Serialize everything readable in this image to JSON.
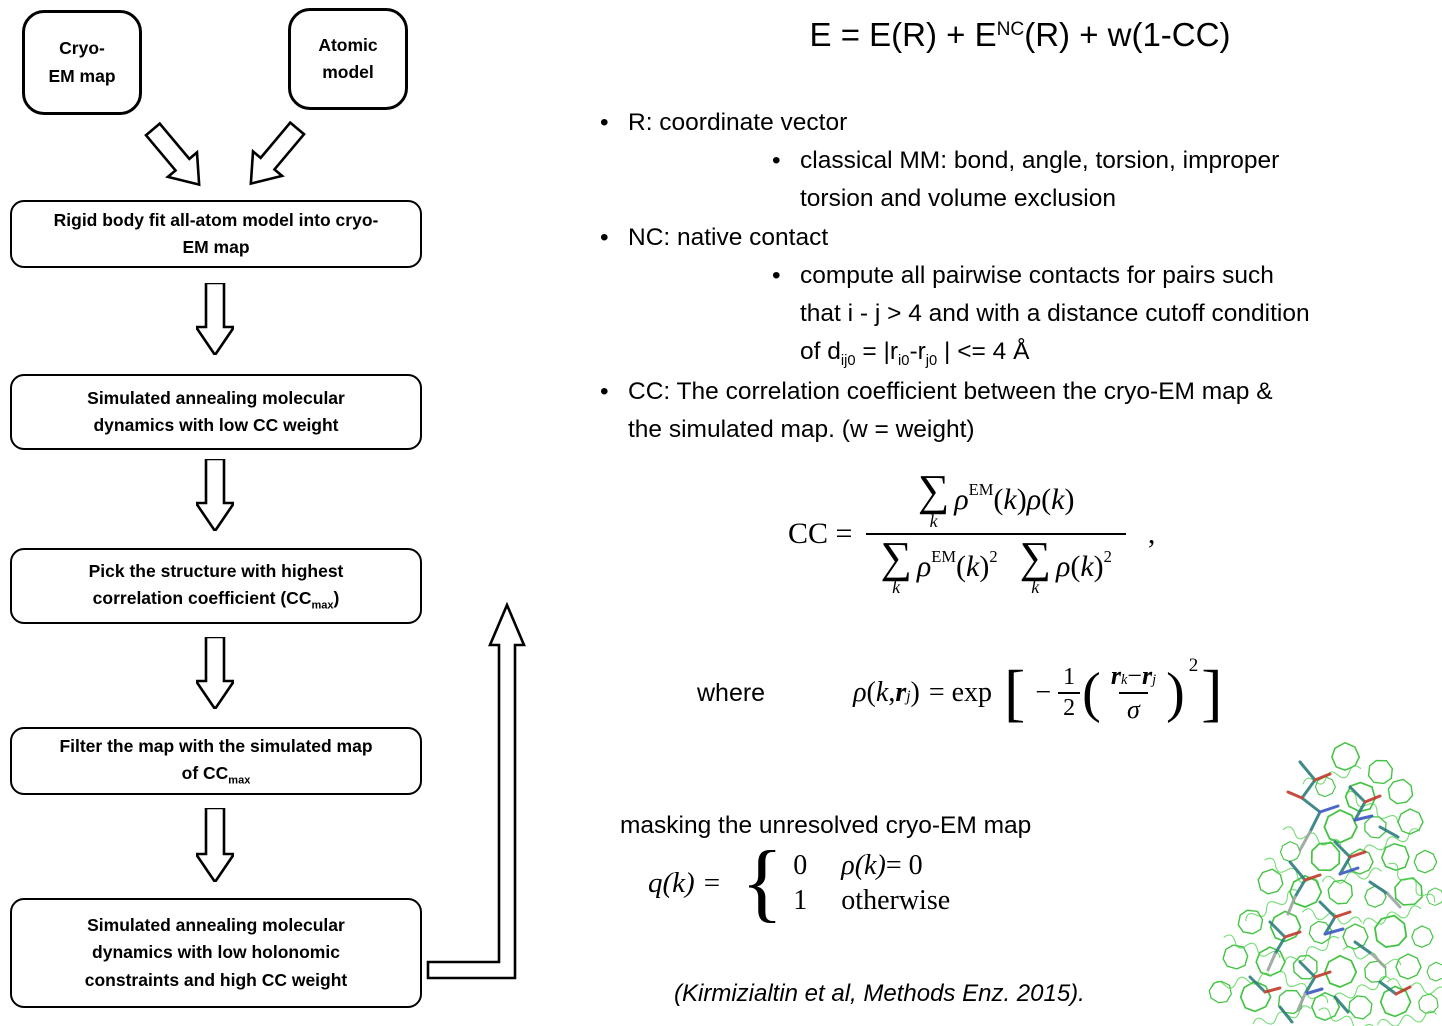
{
  "flowchart": {
    "cryo": {
      "l1": "Cryo-",
      "l2": "EM map"
    },
    "atomic": {
      "l1": "Atomic",
      "l2": "model"
    },
    "steps": [
      {
        "l1": "Rigid body fit all-atom model into cryo-",
        "l2": "EM map"
      },
      {
        "l1": "Simulated annealing molecular",
        "l2": "dynamics with low CC weight"
      },
      {
        "l1": "Pick the structure with highest",
        "l2_pre": "correlation coefficient (CC",
        "l2_sub": "max",
        "l2_post": ")"
      },
      {
        "l1": "Filter the map with the simulated map",
        "l2_pre": "of CC",
        "l2_sub": "max",
        "l2_post": ""
      },
      {
        "l1": "Simulated annealing molecular",
        "l2": "dynamics with low holonomic",
        "l3": "constraints and high CC weight"
      }
    ]
  },
  "energy": {
    "pre": "E = E(R) + E",
    "sup": "NC",
    "post": "(R) + w(1-CC)"
  },
  "bullets": {
    "dot": "•",
    "b1": "R: coordinate vector",
    "b1s_l1": "classical MM: bond, angle, torsion, improper",
    "b1s_l2": "torsion and volume exclusion",
    "b2": "NC: native contact",
    "b2s_l1": "compute all pairwise contacts for pairs such",
    "b2s_l2": "that i - j > 4 and with a distance cutoff condition",
    "b2s_l3a": "of d",
    "b2s_l3a_sub": "ij0",
    "b2s_l3b": " = |r",
    "b2s_l3b_sub": "i0",
    "b2s_l3c": "-r",
    "b2s_l3c_sub": "j0",
    "b2s_l3d": " | <= 4 Å",
    "b3_l1": "CC: The correlation coefficient between the cryo-EM map &",
    "b3_l2": "the simulated map. (w = weight)"
  },
  "math": {
    "sigma": "∑",
    "k": "k",
    "rho": "ρ",
    "em": "EM",
    "two_sup": "2",
    "lp": "(",
    "rp": ")",
    "lb": "[",
    "rb": "]",
    "cc_lhs": "CC =",
    "comma": ",",
    "comma_sp": ", ",
    "minus": "−",
    "minus_sp": " − ",
    "one": "1",
    "two": "2",
    "r": "r",
    "j": "j",
    "sigma_lc": "σ",
    "eq_exp": "= exp",
    "where": "where",
    "q_k": "q(k)",
    "eq_sign": "=",
    "zero": "0",
    "rho_k": "ρ(k)",
    "eq_zero": "= 0",
    "otherwise": "otherwise",
    "brace": "{"
  },
  "labels": {
    "masking": "masking the unresolved cryo-EM map",
    "citation": "(Kirmizialtin et al, Methods Enz. 2015)."
  }
}
